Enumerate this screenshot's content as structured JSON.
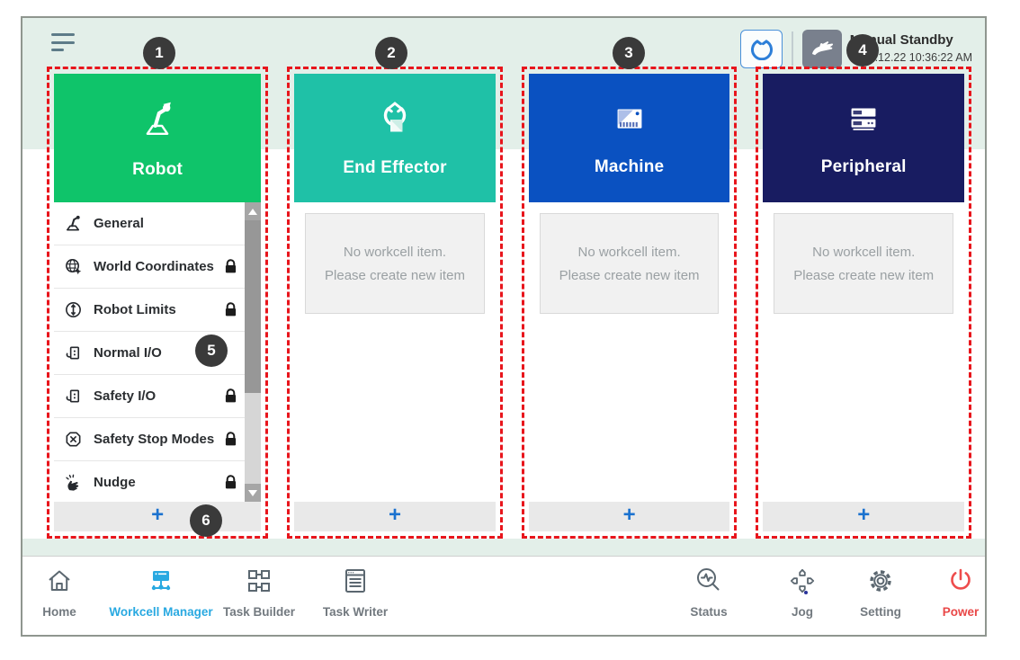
{
  "topbar": {
    "status_title": "Manual Standby",
    "status_time": "2022.12.22 10:36:22 AM"
  },
  "annotations": {
    "callouts": [
      "1",
      "2",
      "3",
      "4",
      "5",
      "6"
    ]
  },
  "columns": [
    {
      "title": "Robot",
      "color": "#0fc46a",
      "add_label": "+",
      "items": [
        {
          "label": "General",
          "locked": false
        },
        {
          "label": "World Coordinates",
          "locked": true
        },
        {
          "label": "Robot Limits",
          "locked": true
        },
        {
          "label": "Normal I/O",
          "locked": false
        },
        {
          "label": "Safety I/O",
          "locked": true
        },
        {
          "label": "Safety Stop Modes",
          "locked": true
        },
        {
          "label": "Nudge",
          "locked": true
        }
      ]
    },
    {
      "title": "End Effector",
      "color": "#1fc1a7",
      "add_label": "+",
      "empty_line1": "No workcell item.",
      "empty_line2": "Please create new item"
    },
    {
      "title": "Machine",
      "color": "#0a51c1",
      "add_label": "+",
      "empty_line1": "No workcell item.",
      "empty_line2": "Please create new item"
    },
    {
      "title": "Peripheral",
      "color": "#181c61",
      "add_label": "+",
      "empty_line1": "No workcell item.",
      "empty_line2": "Please create new item"
    }
  ],
  "nav": {
    "left": [
      {
        "label": "Home"
      },
      {
        "label": "Workcell Manager",
        "active": true
      },
      {
        "label": "Task Builder"
      },
      {
        "label": "Task Writer"
      }
    ],
    "right": [
      {
        "label": "Status"
      },
      {
        "label": "Jog"
      },
      {
        "label": "Setting"
      },
      {
        "label": "Power"
      }
    ]
  },
  "colors": {
    "background_tint": "#e3efe9",
    "annotation_red": "#e8151c",
    "badge_gray": "#3a3a3a",
    "active_nav_blue": "#29a9e1",
    "power_red": "#e94747",
    "add_plus_blue": "#1b72cf"
  }
}
